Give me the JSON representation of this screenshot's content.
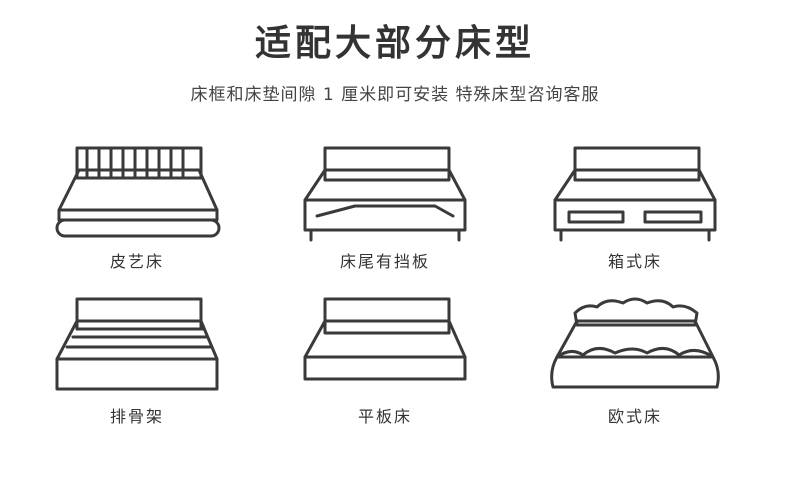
{
  "heading": "适配大部分床型",
  "subheading": "床框和床垫间隙 1 厘米即可安装  特殊床型咨询客服",
  "bed_types": [
    {
      "label": "皮艺床",
      "icon": "leather-bed-icon"
    },
    {
      "label": "床尾有挡板",
      "icon": "footboard-bed-icon"
    },
    {
      "label": "箱式床",
      "icon": "storage-box-bed-icon"
    },
    {
      "label": "排骨架",
      "icon": "slatted-frame-bed-icon"
    },
    {
      "label": "平板床",
      "icon": "platform-bed-icon"
    },
    {
      "label": "欧式床",
      "icon": "european-bed-icon"
    }
  ],
  "colors": {
    "line": "#3a3a3a",
    "text": "#333333",
    "background": "#ffffff"
  }
}
